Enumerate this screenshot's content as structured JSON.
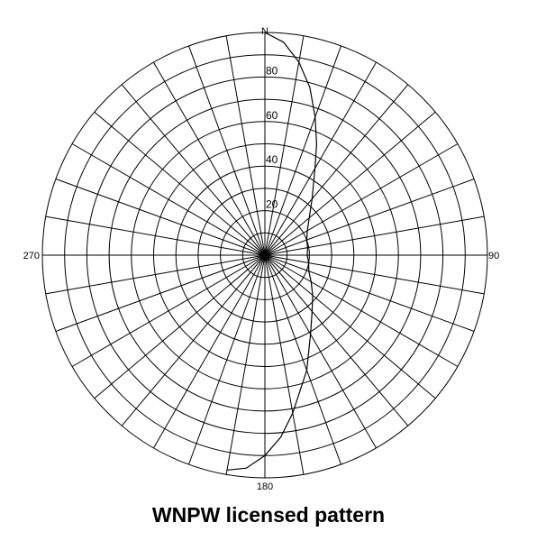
{
  "chart_data": {
    "type": "polar",
    "title": "WNPW licensed pattern",
    "radial_range": [
      0,
      100
    ],
    "radial_ticks": [
      20,
      40,
      60,
      80
    ],
    "azimuth_labels": [
      {
        "deg": 0,
        "text": "N"
      },
      {
        "deg": 90,
        "text": "90"
      },
      {
        "deg": 180,
        "text": "180"
      },
      {
        "deg": 270,
        "text": "270"
      }
    ],
    "ring_values": [
      10,
      20,
      30,
      40,
      50,
      60,
      70,
      80,
      90,
      100
    ],
    "spoke_step_deg": 10,
    "series": [
      {
        "points": [
          {
            "az": 0,
            "r": 100
          },
          {
            "az": 5,
            "r": 96
          },
          {
            "az": 10,
            "r": 88
          },
          {
            "az": 15,
            "r": 78
          },
          {
            "az": 20,
            "r": 66
          },
          {
            "az": 25,
            "r": 55
          },
          {
            "az": 30,
            "r": 45
          },
          {
            "az": 40,
            "r": 33
          },
          {
            "az": 50,
            "r": 26
          },
          {
            "az": 60,
            "r": 22
          },
          {
            "az": 70,
            "r": 20
          },
          {
            "az": 80,
            "r": 19.5
          },
          {
            "az": 90,
            "r": 19
          },
          {
            "az": 100,
            "r": 20
          },
          {
            "az": 110,
            "r": 21
          },
          {
            "az": 120,
            "r": 24
          },
          {
            "az": 130,
            "r": 28
          },
          {
            "az": 140,
            "r": 33
          },
          {
            "az": 150,
            "r": 41
          },
          {
            "az": 160,
            "r": 55
          },
          {
            "az": 170,
            "r": 72
          },
          {
            "az": 175,
            "r": 82
          },
          {
            "az": 180,
            "r": 90
          },
          {
            "az": 185,
            "r": 96
          },
          {
            "az": 190,
            "r": 98
          }
        ]
      }
    ]
  }
}
